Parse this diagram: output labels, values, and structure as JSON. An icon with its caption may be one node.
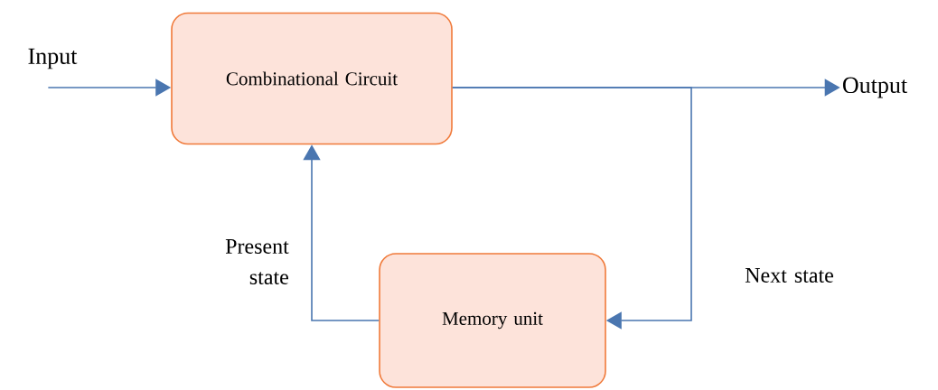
{
  "diagram": {
    "nodes": [
      {
        "text": [
          "Combinational Circuit"
        ]
      },
      {
        "text": [
          "Memory unit"
        ]
      },
      {
        "text": [
          "Input"
        ]
      },
      {
        "text": [
          "Output"
        ]
      }
    ],
    "edges": [
      {
        "from": 2,
        "to": 0,
        "arrow": "to"
      },
      {
        "from": 0,
        "to": 3,
        "arrow": "to"
      },
      {
        "from": 0,
        "to": 1,
        "arrow": "to",
        "label": "Next state"
      },
      {
        "from": 1,
        "to": 0,
        "arrow": "to",
        "label": "Present state"
      }
    ]
  }
}
